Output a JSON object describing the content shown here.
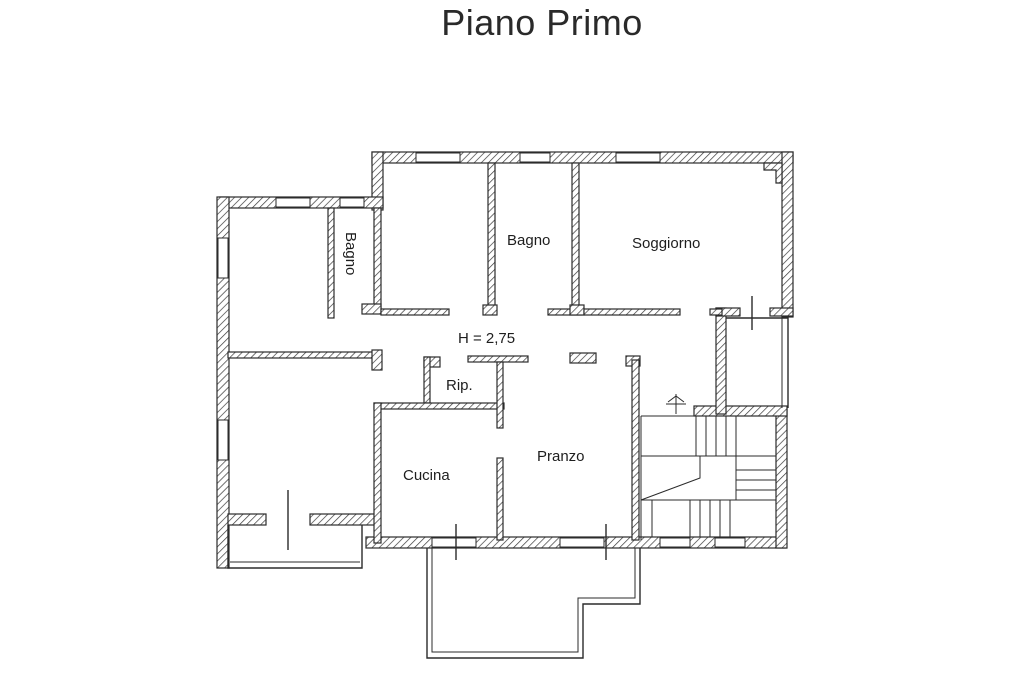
{
  "title": "Piano Primo",
  "rooms": {
    "bagno_small": "Bagno",
    "bagno": "Bagno",
    "soggiorno": "Soggiorno",
    "ripostiglio": "Rip.",
    "cucina": "Cucina",
    "pranzo": "Pranzo"
  },
  "height_label": "H = 2,75"
}
